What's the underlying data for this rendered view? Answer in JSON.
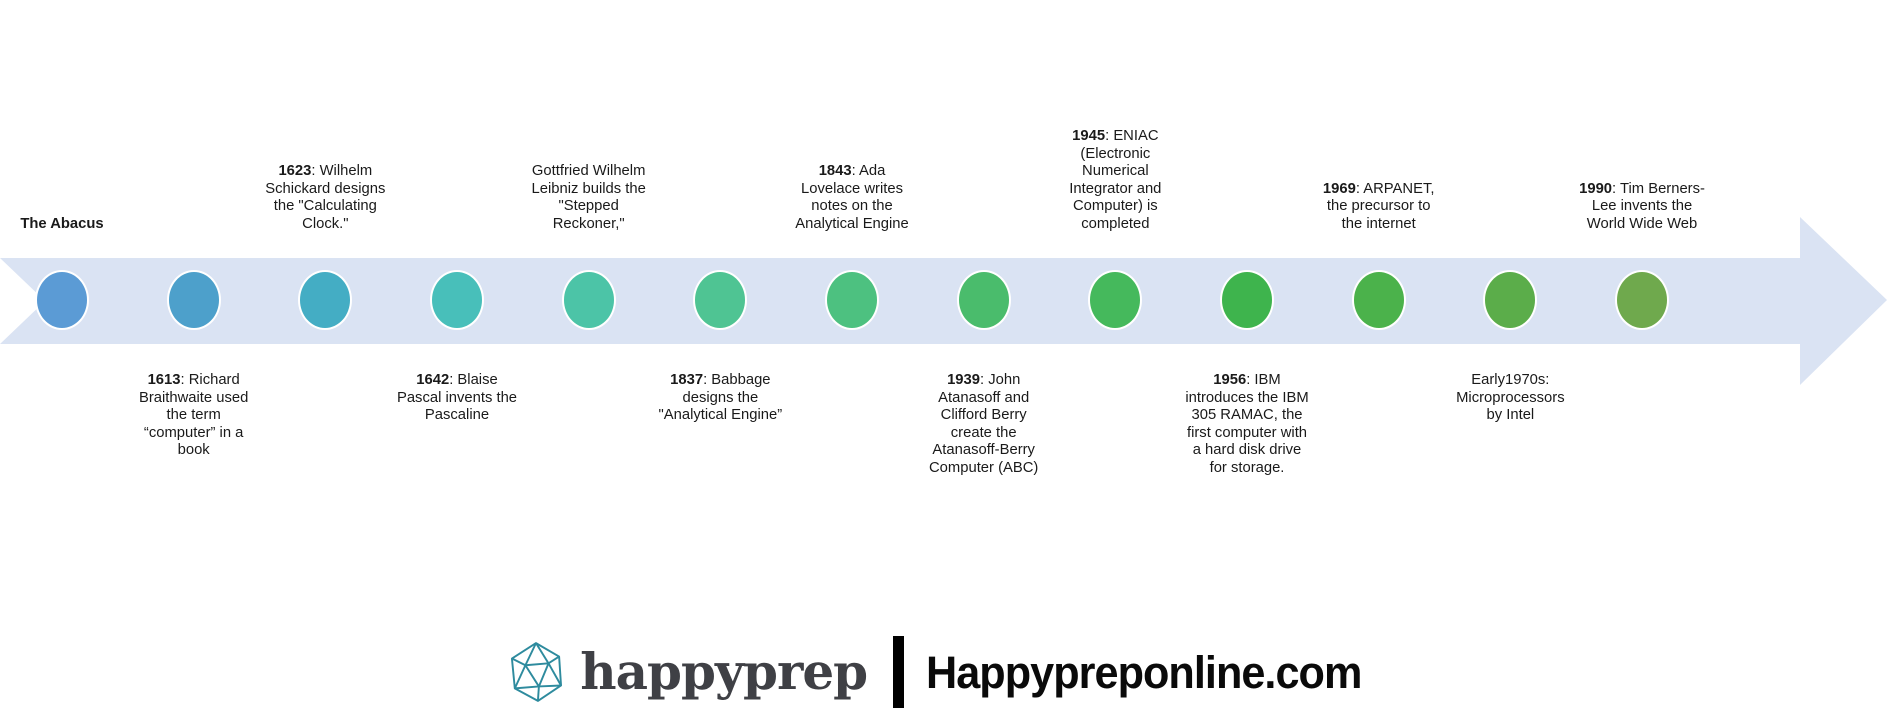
{
  "timeline": {
    "band_color": "#dae3f3",
    "marker_colors": [
      "#5b9bd5",
      "#4da0cb",
      "#44adc4",
      "#48bfba",
      "#4cc4a7",
      "#4fc493",
      "#4dc180",
      "#4abc6c",
      "#45b95c",
      "#3eb44d",
      "#4bb24b",
      "#5bad4a",
      "#6fa94d"
    ],
    "events": [
      {
        "bold": "The Abacus",
        "text": "",
        "side": "above"
      },
      {
        "bold": "1613",
        "text": ": Richard Braithwaite used the term “computer” in a book",
        "side": "below"
      },
      {
        "bold": "1623",
        "text": ": Wilhelm Schickard designs the \"Calculating Clock.\"",
        "side": "above"
      },
      {
        "bold": "1642",
        "text": ": Blaise Pascal invents the Pascaline",
        "side": "below"
      },
      {
        "bold": "",
        "text": "Gottfried Wilhelm Leibniz builds the \"Stepped Reckoner,\"",
        "side": "above"
      },
      {
        "bold": "1837",
        "text": ": Babbage designs the \"Analytical Engine”",
        "side": "below"
      },
      {
        "bold": "1843",
        "text": ": Ada Lovelace writes notes on the Analytical Engine",
        "side": "above"
      },
      {
        "bold": "1939",
        "text": ": John Atanasoff and Clifford Berry create the Atanasoff-Berry Computer (ABC)",
        "side": "below"
      },
      {
        "bold": "1945",
        "text": ": ENIAC (Electronic Numerical Integrator and Computer) is completed",
        "side": "above"
      },
      {
        "bold": "1956",
        "text": ": IBM introduces the IBM 305 RAMAC, the first computer with a hard disk drive for storage.",
        "side": "below"
      },
      {
        "bold": "1969",
        "text": ": ARPANET, the precursor to the internet",
        "side": "above"
      },
      {
        "bold": "",
        "text": "Early1970s: Microprocessors by Intel",
        "side": "below"
      },
      {
        "bold": "1990",
        "text": ": Tim Berners-Lee invents the World Wide Web",
        "side": "above"
      }
    ]
  },
  "footer": {
    "brand": "happyprep",
    "separator_bar": "|",
    "site": "Happypreponline.com",
    "icon_color": "#2e8b9e",
    "brand_color": "#3f4045"
  }
}
